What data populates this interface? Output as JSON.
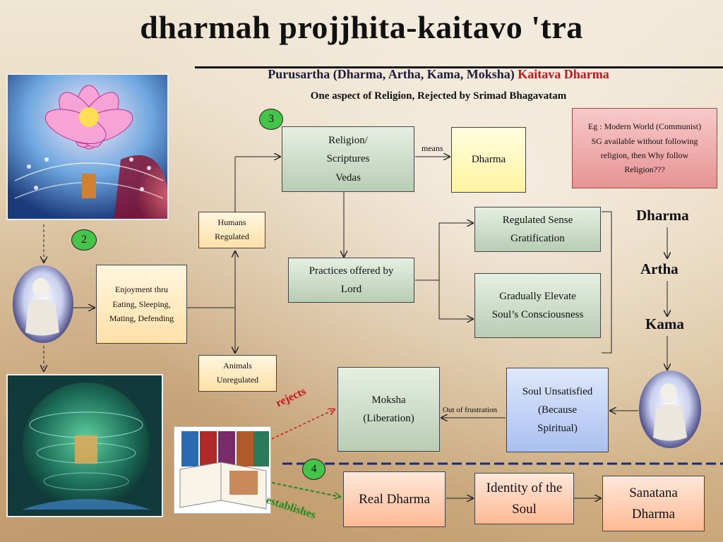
{
  "title": "dharmah projjhita-kaitavo 'tra",
  "subtitle": {
    "main": "Purusartha (Dharma, Artha, Kama, Moksha)",
    "highlight": "Kaitava Dharma"
  },
  "subtitle2": "One aspect of Religion, Rejected by Srimad Bhagavatam",
  "badges": [
    "3",
    "2",
    "4"
  ],
  "boxes": {
    "religion": [
      "Religion/",
      "Scriptures",
      "Vedas"
    ],
    "dharma_box": "Dharma",
    "humans": [
      "Humans",
      "Regulated"
    ],
    "enjoyment": [
      "Enjoyment thru",
      "Eating, Sleeping,",
      "Mating, Defending"
    ],
    "practices": [
      "Practices offered by",
      "Lord"
    ],
    "regulated": [
      "Regulated Sense",
      "Gratification"
    ],
    "elevate": [
      "Gradually Elevate",
      "Soul’s Consciousness"
    ],
    "animals": [
      "Animals",
      "Unregulated"
    ],
    "moksha": [
      "Moksha",
      "(Liberation)"
    ],
    "soul_unsatisfied": [
      "Soul Unsatisfied",
      "(Because",
      "Spiritual)"
    ],
    "example": [
      "Eg : Modern World (Communist)",
      "SG available without following",
      "religion, then Why follow",
      "Religion???"
    ],
    "real_dharma": "Real Dharma",
    "identity": [
      "Identity of the",
      "Soul"
    ],
    "sanatana": [
      "Sanatana",
      "Dharma"
    ]
  },
  "labels": {
    "means": "means",
    "out_of_frustration": "Out of frustration",
    "rejects": "rejects",
    "establishes": "establishes"
  },
  "side_words": [
    "Dharma",
    "Artha",
    "Kama"
  ],
  "colors": {
    "accent_red": "#c8151b",
    "badge_green": "#45c44a",
    "rejects_red": "#c8151b",
    "establishes_green": "#1f8a1f",
    "dashed_navy": "#1a2a7a"
  }
}
